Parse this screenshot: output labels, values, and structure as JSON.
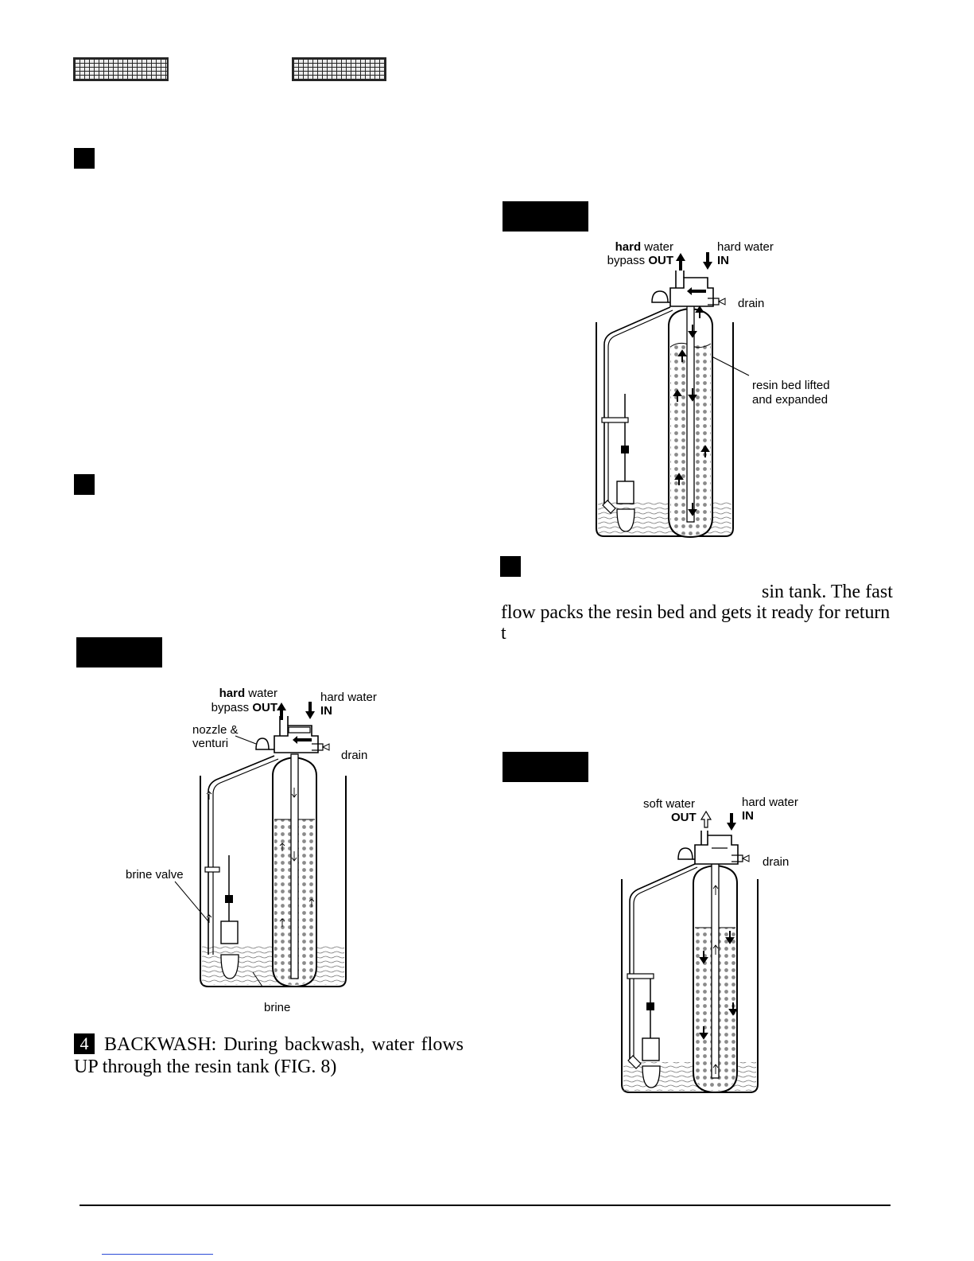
{
  "figures": {
    "fig_left": {
      "hard_bold": "hard",
      "hard_water_word": " water",
      "bypass": "bypass ",
      "out": "OUT",
      "hard_water_in": "hard water",
      "in": "IN",
      "nozzle": "nozzle &",
      "venturi": "venturi",
      "drain": "drain",
      "brine_valve": "brine valve",
      "brine": "brine"
    },
    "fig_backwash": {
      "hard_bold": "hard",
      "hard_water_word": " water",
      "bypass": "bypass ",
      "out": "OUT",
      "hard_water_in": "hard water",
      "in": "IN",
      "drain": "drain",
      "resin1": "resin bed lifted",
      "resin2": "and expanded"
    },
    "fig_rinse": {
      "soft_water": "soft water",
      "out": "OUT",
      "hard_water_in": "hard water",
      "in": "IN",
      "drain": "drain"
    }
  },
  "steps": {
    "backwash_num": "4",
    "backwash_text": "BACKWASH: During backwash, water flows",
    "backwash_line2": "UP through the resin tank (FIG. 8)",
    "rinse_frag1": "sin tank. The fast",
    "rinse_line2": "flow packs the resin bed and gets it ready for return",
    "rinse_line3": "t"
  },
  "icons": {
    "arrow": "arrow-icon"
  }
}
